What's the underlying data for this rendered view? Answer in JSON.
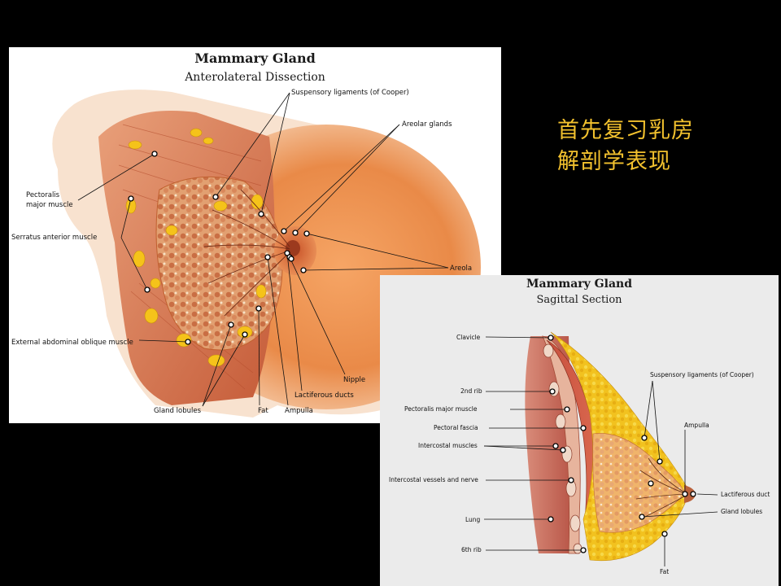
{
  "slide_text": {
    "line1": "首先复习乳房",
    "line2": "解剖学表现"
  },
  "figure1": {
    "title": "Mammary Gland",
    "subtitle": "Anterolateral Dissection",
    "labels": {
      "suspensory": "Suspensory ligaments (of Cooper)",
      "areolar_glands": "Areolar glands",
      "pectoralis1": "Pectoralis",
      "pectoralis2": "major muscle",
      "serratus": "Serratus anterior muscle",
      "areola": "Areola",
      "ext_oblique": "External abdominal oblique muscle",
      "nipple": "Nipple",
      "lactiferous": "Lactiferous ducts",
      "gland_lobules": "Gland lobules",
      "fat": "Fat",
      "ampulla": "Ampulla"
    }
  },
  "figure2": {
    "title": "Mammary Gland",
    "subtitle": "Sagittal Section",
    "labels": {
      "clavicle": "Clavicle",
      "rib2": "2nd rib",
      "pect_major": "Pectoralis major muscle",
      "pect_fascia": "Pectoral fascia",
      "intercostal_m": "Intercostal muscles",
      "intercostal_v": "Intercostal vessels and nerve",
      "lung": "Lung",
      "rib6": "6th rib",
      "suspensory": "Suspensory ligaments (of Cooper)",
      "ampulla": "Ampulla",
      "lactiferous": "Lactiferous duct",
      "gland_lobules": "Gland lobules",
      "fat": "Fat"
    }
  },
  "colors": {
    "background": "#000000",
    "text_accent": "#f2c12e",
    "panel1_bg": "#ffffff",
    "panel2_bg": "#ebebeb"
  }
}
